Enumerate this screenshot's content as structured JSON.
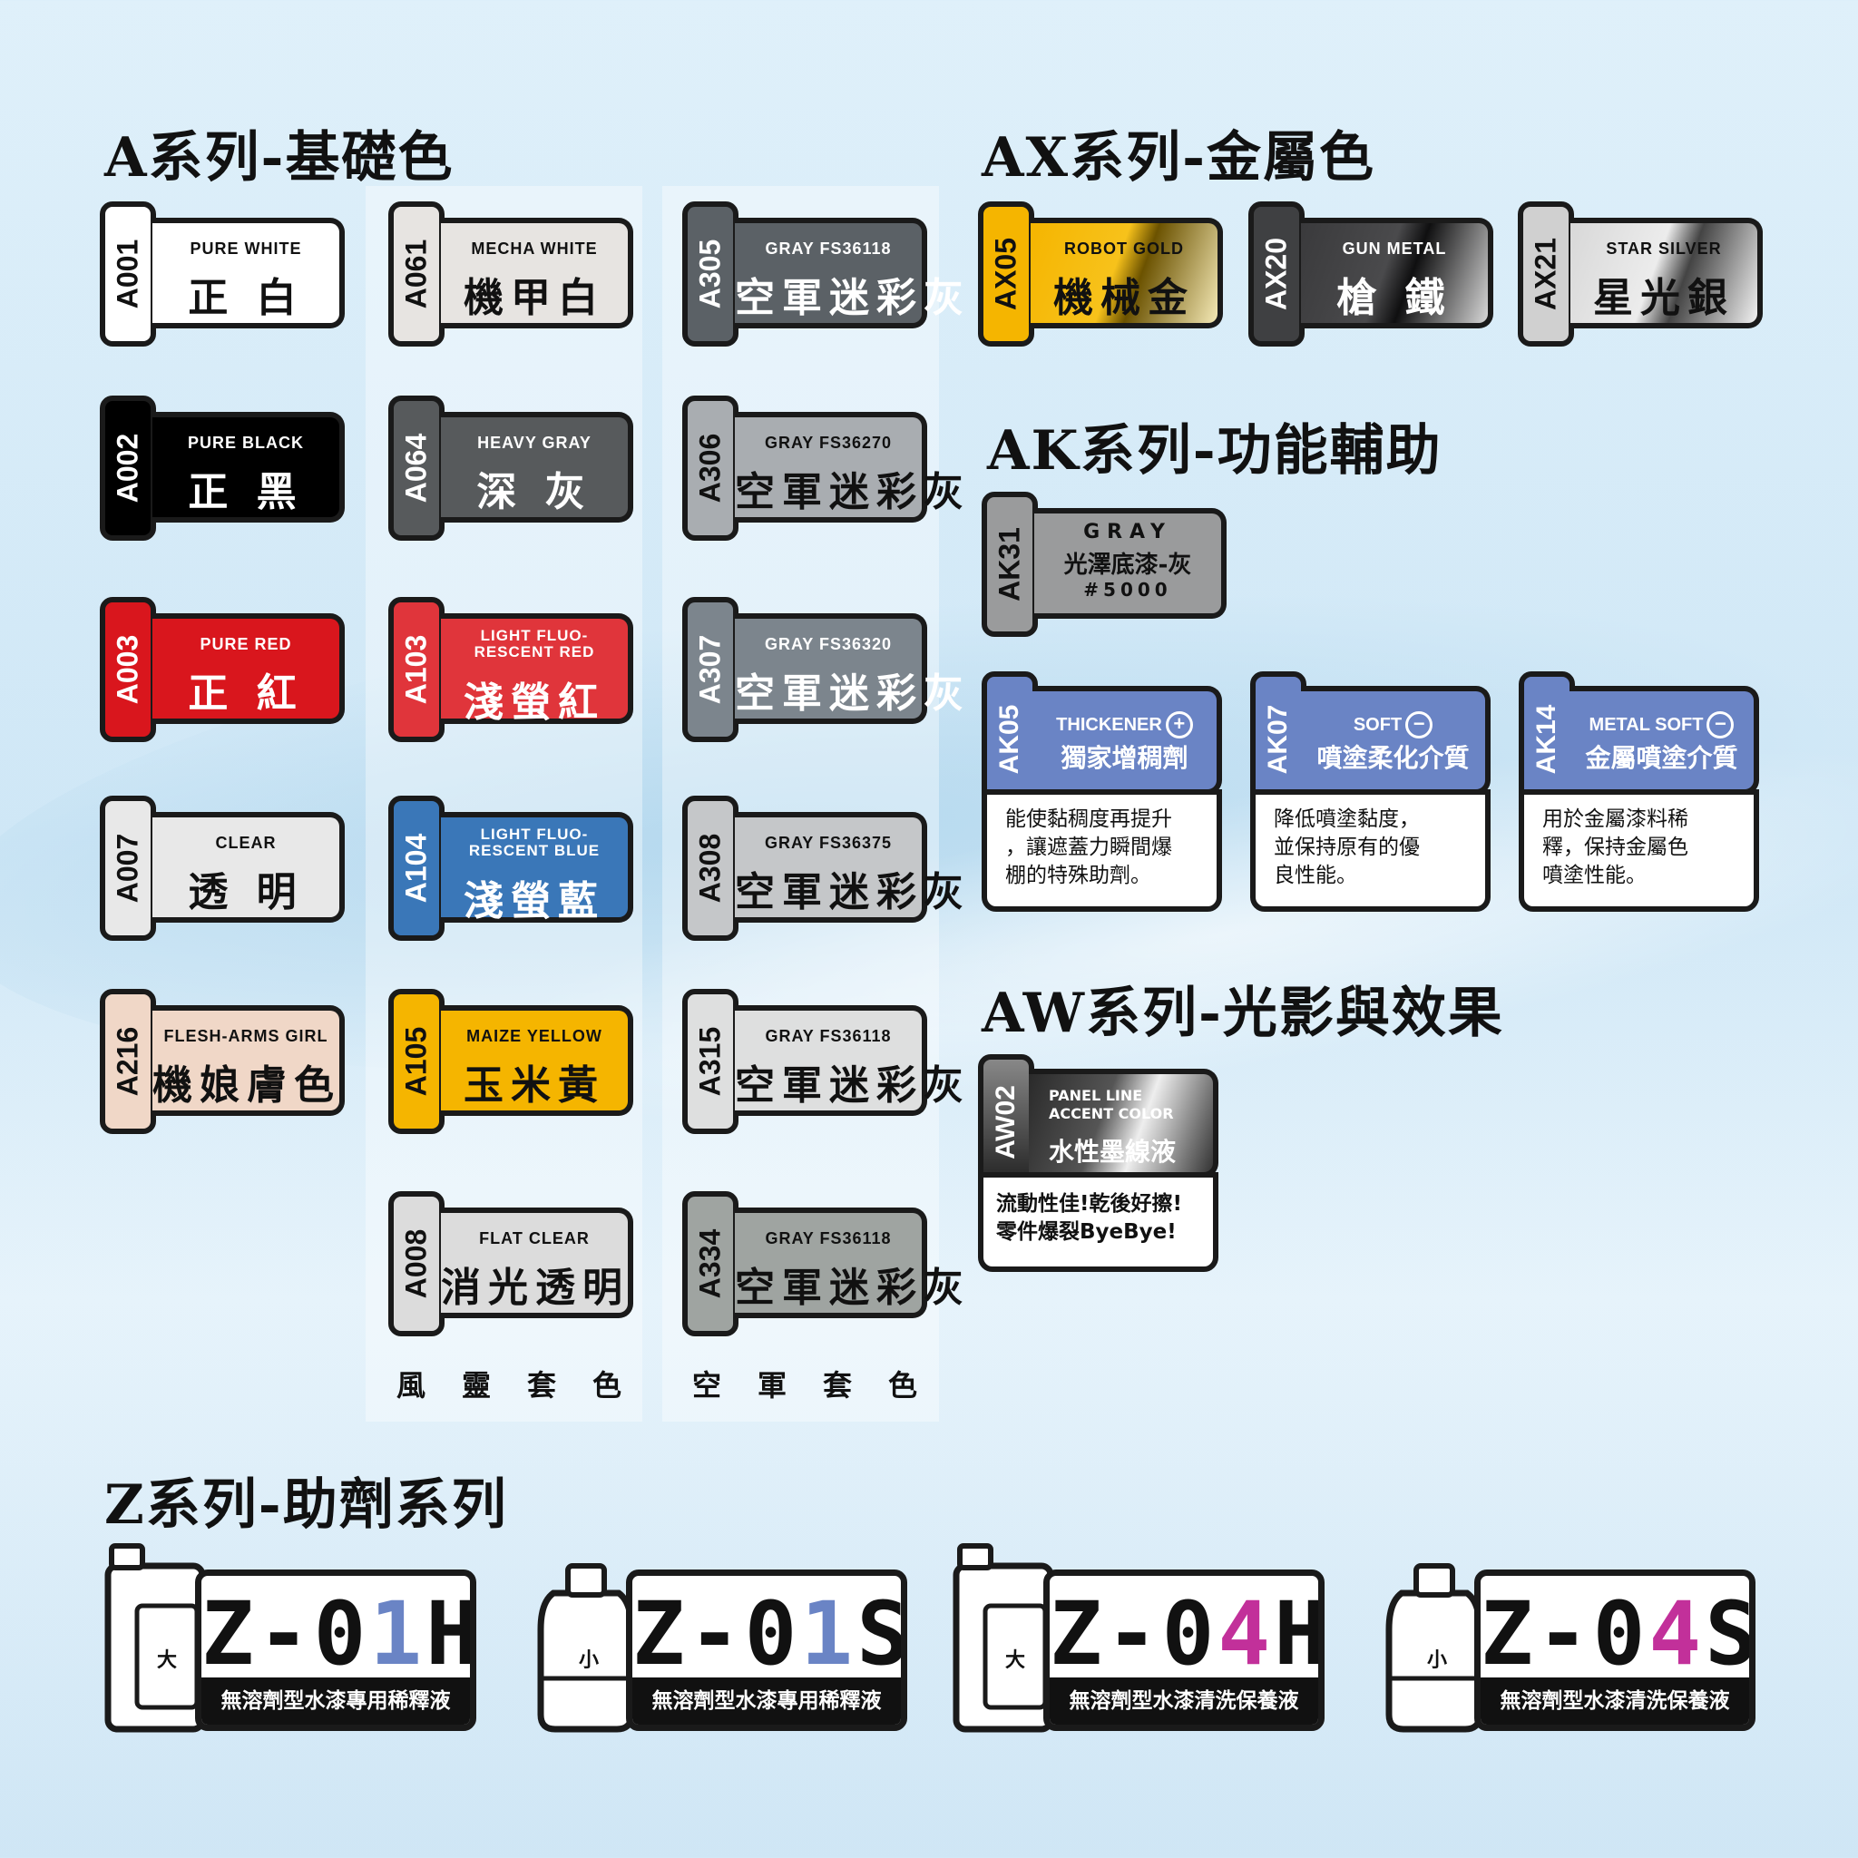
{
  "headings": {
    "a_series": "A系列-基礎色",
    "ax_series": "AX系列-金屬色",
    "ak_series": "AK系列-功能輔助",
    "aw_series": "AW系列-光影與效果",
    "z_series": "Z系列-助劑系列"
  },
  "colors": {
    "outline": "#1a1a1a",
    "ak_blue": "#6a84c5",
    "z01_accent": "#6a84c5",
    "z04_accent": "#c2309a"
  },
  "a_column1": [
    {
      "code": "A001",
      "en": "PURE  WHITE",
      "zh": "正 白",
      "tab": "#ffffff",
      "bg": "#ffffff",
      "fg": "#111111"
    },
    {
      "code": "A002",
      "en": "PURE  BLACK",
      "zh": "正 黑",
      "tab": "#000000",
      "bg": "#000000",
      "fg": "#ffffff"
    },
    {
      "code": "A003",
      "en": "PURE  RED",
      "zh": "正 紅",
      "tab": "#d9161d",
      "bg": "#d9161d",
      "fg": "#ffffff"
    },
    {
      "code": "A007",
      "en": "CLEAR",
      "zh": "透 明",
      "tab": "#e8e8e8",
      "bg": "#e8e8e8",
      "fg": "#111111"
    },
    {
      "code": "A216",
      "en": "FLESH-ARMS  GIRL",
      "zh": "機娘膚色",
      "tab": "#f0d7c7",
      "bg": "#f0d7c7",
      "fg": "#111111"
    }
  ],
  "a_column2": [
    {
      "code": "A061",
      "en": "MECHA  WHITE",
      "zh": "機甲白",
      "tab": "#e7e4e1",
      "bg": "#e7e4e1",
      "fg": "#111111"
    },
    {
      "code": "A064",
      "en": "HEAVY  GRAY",
      "zh": "深 灰",
      "tab": "#575a5c",
      "bg": "#575a5c",
      "fg": "#ffffff"
    },
    {
      "code": "A103",
      "en": "LIGHT  FLUO-RESCENT  RED",
      "zh": "淺螢紅",
      "tab": "#e0353b",
      "bg": "#e0353b",
      "fg": "#ffffff"
    },
    {
      "code": "A104",
      "en": "LIGHT  FLUO-RESCENT  BLUE",
      "zh": "淺螢藍",
      "tab": "#3a77b8",
      "bg": "#3a77b8",
      "fg": "#ffffff"
    },
    {
      "code": "A105",
      "en": "MAIZE  YELLOW",
      "zh": "玉米黃",
      "tab": "#f5b500",
      "bg": "#f5b500",
      "fg": "#111111"
    },
    {
      "code": "A008",
      "en": "FLAT  CLEAR",
      "zh": "消光透明",
      "tab": "#dcdcdc",
      "bg": "#dcdcdc",
      "fg": "#111111"
    }
  ],
  "a_column3": [
    {
      "code": "A305",
      "en": "GRAY  FS36118",
      "zh": "空軍迷彩灰",
      "tab": "#5b6166",
      "bg": "#5b6166",
      "fg": "#ffffff"
    },
    {
      "code": "A306",
      "en": "GRAY  FS36270",
      "zh": "空軍迷彩灰",
      "tab": "#a9adb1",
      "bg": "#a9adb1",
      "fg": "#111111"
    },
    {
      "code": "A307",
      "en": "GRAY  FS36320",
      "zh": "空軍迷彩灰",
      "tab": "#7c858d",
      "bg": "#7c858d",
      "fg": "#ffffff"
    },
    {
      "code": "A308",
      "en": "GRAY  FS36375",
      "zh": "空軍迷彩灰",
      "tab": "#c5c7c9",
      "bg": "#c5c7c9",
      "fg": "#111111"
    },
    {
      "code": "A315",
      "en": "GRAY  FS36118",
      "zh": "空軍迷彩灰",
      "tab": "#dedfdf",
      "bg": "#dedfdf",
      "fg": "#111111"
    },
    {
      "code": "A334",
      "en": "GRAY  FS36118",
      "zh": "空軍迷彩灰",
      "tab": "#9fa4a1",
      "bg": "#9fa4a1",
      "fg": "#111111"
    }
  ],
  "kit_labels": {
    "wind_spirit": "風靈套色",
    "air_force": "空軍套色"
  },
  "ax_cards": [
    {
      "code": "AX05",
      "en": "ROBOT  GOLD",
      "zh": "機械金",
      "tab": "#f5b500",
      "bg": "linear-gradient(110deg,#f5b500 0%,#f7c21b 45%,#6b5200 58%,#f4e9b6 100%)",
      "fg": "#111111"
    },
    {
      "code": "AX20",
      "en": "GUN  METAL",
      "zh": "槍 鐵",
      "tab": "#3f4042",
      "bg": "linear-gradient(110deg,#3a3a3c 0%,#4a4a4c 45%,#0f0f10 58%,#d8d8d8 100%)",
      "fg": "#ffffff"
    },
    {
      "code": "AX21",
      "en": "STAR  SILVER",
      "zh": "星光銀",
      "tab": "#d0d0d0",
      "bg": "linear-gradient(110deg,#d8d8d8 0%,#ececec 45%,#444 60%,#f2f2f2 100%)",
      "fg": "#111111"
    }
  ],
  "ak31": {
    "code": "AK31",
    "line1": "GRAY",
    "line2": "光澤底漆-灰",
    "line3": "#5000",
    "tab": "#9a9b9c",
    "bg": "#9a9b9c"
  },
  "ak_function_cards": [
    {
      "code": "AK05",
      "en": "THICKENER",
      "sign": "+",
      "zh": "獨家增稠劑",
      "desc": [
        "能使黏稠度再提升",
        "，讓遮蓋力瞬間爆",
        "棚的特殊助劑。"
      ]
    },
    {
      "code": "AK07",
      "en": "SOFT",
      "sign": "−",
      "zh": "噴塗柔化介質",
      "desc": [
        "降低噴塗黏度，",
        "並保持原有的優",
        "良性能。"
      ]
    },
    {
      "code": "AK14",
      "en": "METAL SOFT",
      "sign": "−",
      "zh": "金屬噴塗介質",
      "desc": [
        "用於金屬漆料稀",
        "釋，保持金屬色",
        "噴塗性能。"
      ]
    }
  ],
  "aw02": {
    "code": "AW02",
    "en1": "PANEL LINE",
    "en2": "ACCENT COLOR",
    "zh": "水性墨線液",
    "desc": [
      "流動性佳!乾後好擦!",
      "零件爆裂ByeBye!"
    ]
  },
  "z_cards": [
    {
      "pre": "Z-0",
      "hl": "1",
      "post": "H",
      "desc": "無溶劑型水漆專用稀釋液",
      "size": "大",
      "type": "large",
      "accent": "#6a84c5"
    },
    {
      "pre": "Z-0",
      "hl": "1",
      "post": "S",
      "desc": "無溶劑型水漆專用稀釋液",
      "size": "小",
      "type": "small",
      "accent": "#6a84c5"
    },
    {
      "pre": "Z-0",
      "hl": "4",
      "post": "H",
      "desc": "無溶劑型水漆清洗保養液",
      "size": "大",
      "type": "large",
      "accent": "#c2309a"
    },
    {
      "pre": "Z-0",
      "hl": "4",
      "post": "S",
      "desc": "無溶劑型水漆清洗保養液",
      "size": "小",
      "type": "small",
      "accent": "#c2309a"
    }
  ]
}
